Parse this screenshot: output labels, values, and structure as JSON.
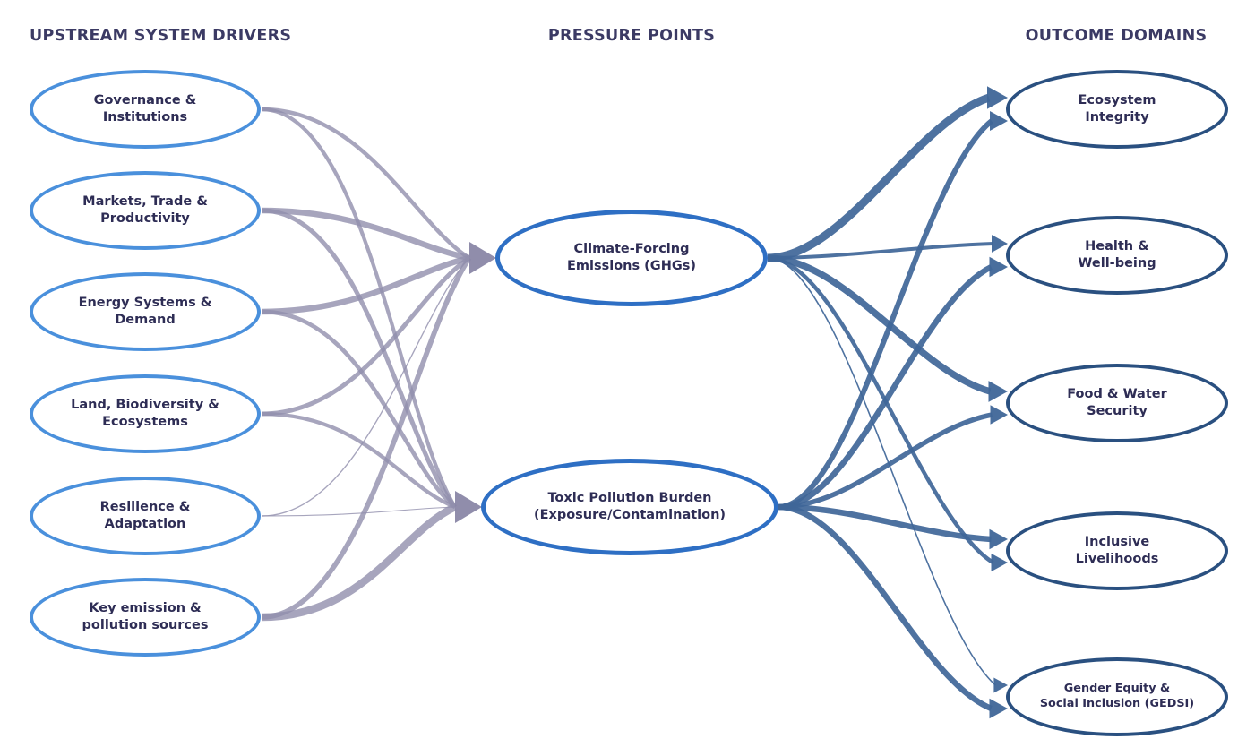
{
  "diagram": {
    "columns": [
      {
        "title": "UPSTREAM SYSTEM DRIVERS",
        "nodes": [
          {
            "id": "gov",
            "label": "Governance &\nInstitutions"
          },
          {
            "id": "mkt",
            "label": "Markets, Trade &\nProductivity"
          },
          {
            "id": "ene",
            "label": "Energy Systems &\nDemand"
          },
          {
            "id": "land",
            "label": "Land, Biodiversity &\nEcosystems"
          },
          {
            "id": "res",
            "label": "Resilience &\nAdaptation"
          },
          {
            "id": "key",
            "label": "Key emission &\npollution sources"
          }
        ]
      },
      {
        "title": "PRESSURE POINTS",
        "nodes": [
          {
            "id": "ghg",
            "label": "Climate-Forcing\nEmissions (GHGs)"
          },
          {
            "id": "tox",
            "label": "Toxic Pollution Burden\n(Exposure/Contamination)"
          }
        ]
      },
      {
        "title": "OUTCOME DOMAINS",
        "nodes": [
          {
            "id": "eco",
            "label": "Ecosystem\nIntegrity"
          },
          {
            "id": "health",
            "label": "Health &\nWell-being"
          },
          {
            "id": "food",
            "label": "Food & Water\nSecurity"
          },
          {
            "id": "incl",
            "label": "Inclusive\nLivelihoods"
          },
          {
            "id": "gedsi",
            "label": "Gender Equity &\nSocial Inclusion (GEDSI)"
          }
        ]
      }
    ],
    "edges": [
      {
        "from": "gov",
        "to": "ghg",
        "weight": 4.5
      },
      {
        "from": "gov",
        "to": "tox",
        "weight": 4.2
      },
      {
        "from": "mkt",
        "to": "ghg",
        "weight": 6.5
      },
      {
        "from": "mkt",
        "to": "tox",
        "weight": 5.0
      },
      {
        "from": "ene",
        "to": "ghg",
        "weight": 6.5
      },
      {
        "from": "ene",
        "to": "tox",
        "weight": 4.7
      },
      {
        "from": "land",
        "to": "ghg",
        "weight": 5.0
      },
      {
        "from": "land",
        "to": "tox",
        "weight": 4.3
      },
      {
        "from": "res",
        "to": "ghg",
        "weight": 1.4
      },
      {
        "from": "res",
        "to": "tox",
        "weight": 1.1
      },
      {
        "from": "key",
        "to": "ghg",
        "weight": 5.7
      },
      {
        "from": "key",
        "to": "tox",
        "weight": 8.5
      },
      {
        "from": "ghg",
        "to": "eco",
        "weight": 9.0
      },
      {
        "from": "ghg",
        "to": "health",
        "weight": 4.0
      },
      {
        "from": "ghg",
        "to": "food",
        "weight": 7.5
      },
      {
        "from": "ghg",
        "to": "incl",
        "weight": 4.5
      },
      {
        "from": "ghg",
        "to": "gedsi",
        "weight": 1.6
      },
      {
        "from": "tox",
        "to": "eco",
        "weight": 6.0
      },
      {
        "from": "tox",
        "to": "health",
        "weight": 6.5
      },
      {
        "from": "tox",
        "to": "food",
        "weight": 5.5
      },
      {
        "from": "tox",
        "to": "incl",
        "weight": 6.5
      },
      {
        "from": "tox",
        "to": "gedsi",
        "weight": 6.5
      }
    ],
    "colors": {
      "driver_border": "#4a90dc",
      "pressure_border": "#2e6fc4",
      "outcome_border": "#2a5080",
      "driver_edge": "#918eac",
      "driver_arrow": "#8a87a6",
      "outcome_edge": "#3f6698",
      "node_text": "#2e2d55",
      "heading_text": "#3b3a64"
    }
  }
}
